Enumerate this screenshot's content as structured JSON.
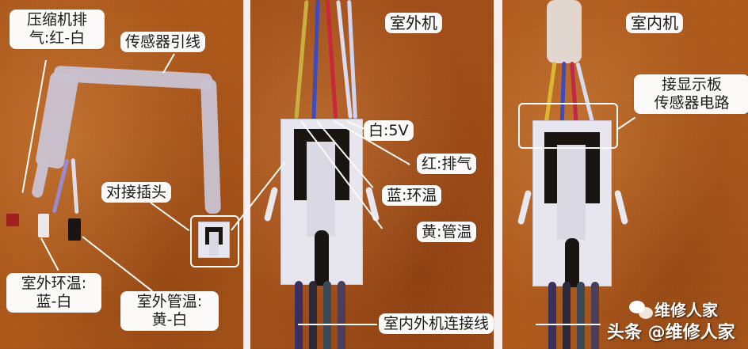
{
  "panels": [
    {
      "id": "sensor-harness",
      "labels": {
        "compressor_exhaust": [
          "压缩机排",
          "气:红-白"
        ],
        "sensor_lead": "传感器引线",
        "mating_plug": "对接插头",
        "outdoor_ambient_temp": [
          "室外环温:",
          "蓝-白"
        ],
        "outdoor_pipe_temp": [
          "室外管温:",
          "黄-白"
        ]
      }
    },
    {
      "id": "outdoor-unit",
      "title": "室外机",
      "labels": {
        "white": "白:5V",
        "red": "红:排气",
        "blue": "蓝:环温",
        "yellow": "黄:管温",
        "connection_cable": "室内外机连接线"
      }
    },
    {
      "id": "indoor-unit",
      "title": "室内机",
      "labels": {
        "display_board": [
          "接显示板",
          "传感器电路"
        ]
      }
    }
  ],
  "watermark": {
    "icon": "wechat-icon",
    "brand": "维修人家",
    "text": "头条 @维修人家"
  },
  "colors": {
    "background": "#b05a1c",
    "label_bg": "#fbfaf8",
    "divider": "#f3eef2",
    "wire_white": "#dcdcf0",
    "wire_red": "#c8283a",
    "wire_blue": "#3a4cc0",
    "wire_yellow": "#c8b040"
  }
}
